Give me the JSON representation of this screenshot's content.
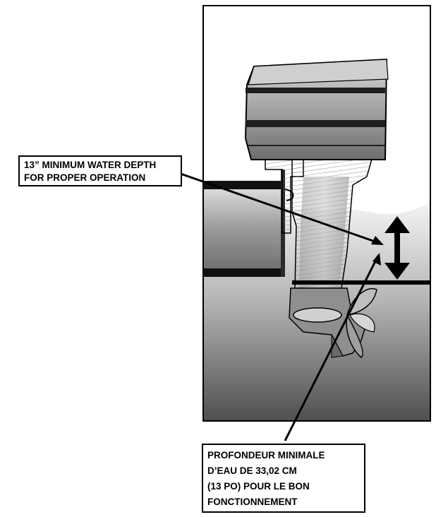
{
  "callouts": {
    "english": {
      "lines": [
        "13” MINIMUM WATER DEPTH",
        "FOR PROPER OPERATION"
      ]
    },
    "french": {
      "lines": [
        "PROFONDEUR MINIMALE",
        "D’EAU DE 33,02 CM",
        "(13 PO) POUR LE BON",
        "FONCTIONNEMENT"
      ]
    }
  },
  "colors": {
    "outline": "#000000",
    "water_dark": "#555555",
    "water_light": "#f2f2f2",
    "motor_gray": "#8a8a8a"
  }
}
